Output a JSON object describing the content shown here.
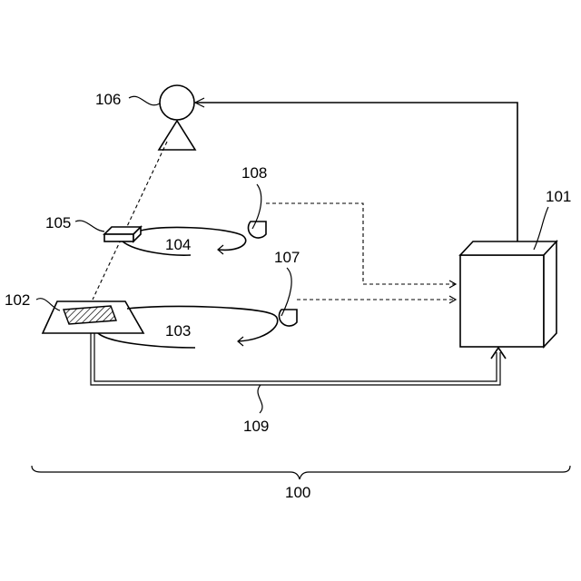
{
  "labels": {
    "system": "100",
    "controller": "101",
    "stage": "102",
    "cable_103": "103",
    "cable_104": "104",
    "sensor_head": "105",
    "camera": "106",
    "reel_107": "107",
    "reel_108": "108",
    "signal_line": "109"
  }
}
